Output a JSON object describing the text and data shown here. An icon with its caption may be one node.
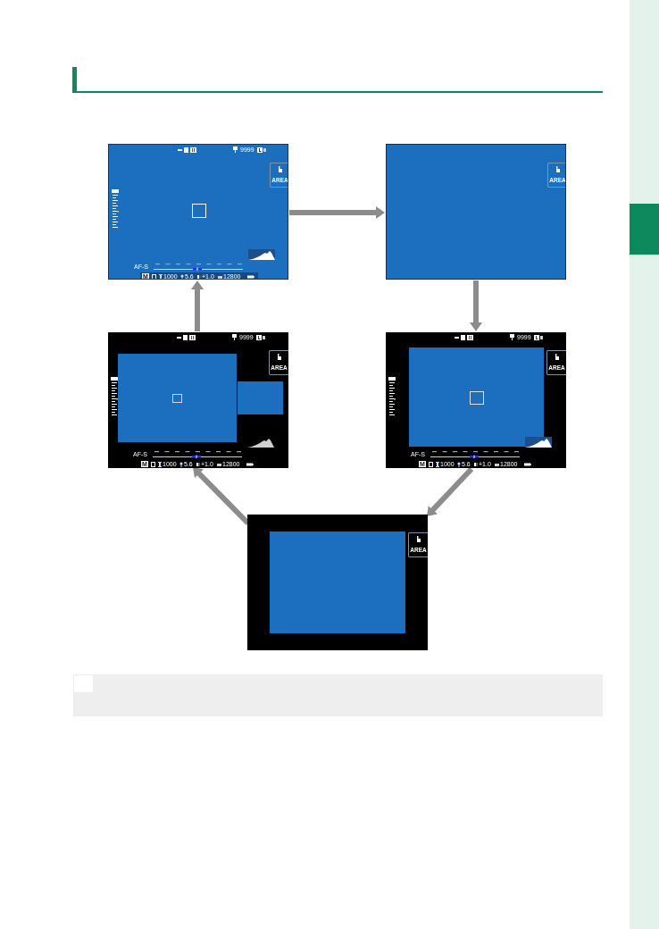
{
  "diagram": {
    "nodes": [
      {
        "text": [
          "9999",
          "AREA",
          "AF-S",
          "M",
          "1000",
          "5.6",
          "+1.0",
          "12800"
        ]
      },
      {
        "text": [
          "AREA"
        ]
      },
      {
        "text": [
          "9999",
          "AREA",
          "AF-S",
          "M",
          "1000",
          "5.6",
          "+1.0",
          "12800"
        ]
      },
      {
        "text": [
          "9999",
          "AREA",
          "AF-S",
          "M",
          "1000",
          "5.6",
          "+1.0",
          "12800"
        ]
      },
      {
        "text": [
          "AREA"
        ]
      }
    ],
    "edges": [
      {
        "from": 0,
        "to": 1,
        "arrow": "to"
      },
      {
        "from": 1,
        "to": 3,
        "arrow": "to"
      },
      {
        "from": 3,
        "to": 4,
        "arrow": "to"
      },
      {
        "from": 4,
        "to": 2,
        "arrow": "to"
      },
      {
        "from": 2,
        "to": 0,
        "arrow": "to"
      }
    ]
  }
}
